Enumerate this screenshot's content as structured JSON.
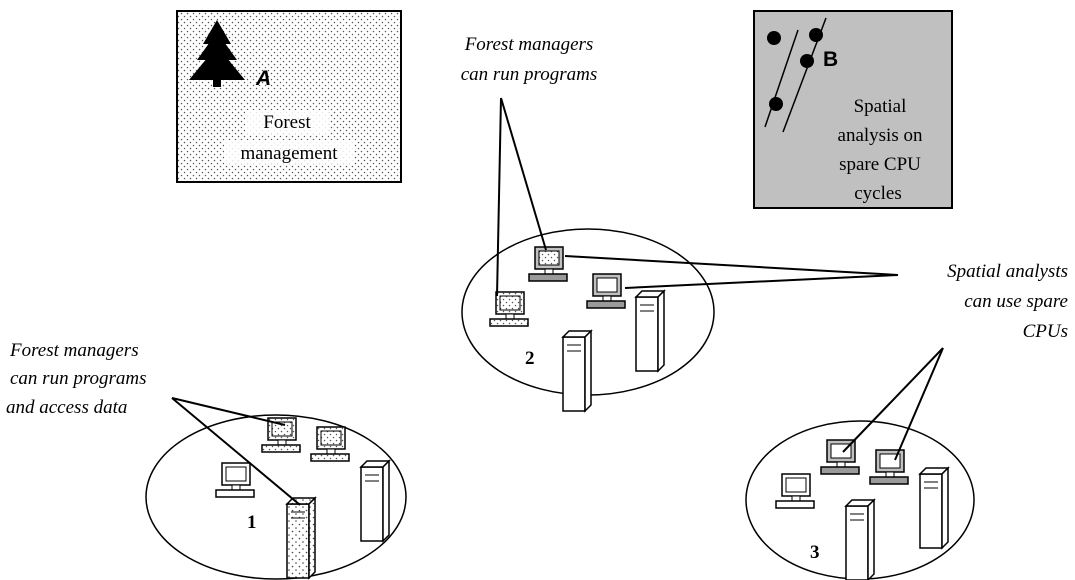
{
  "panels": {
    "forest": {
      "marker": "A",
      "lines": [
        "Forest",
        "management"
      ],
      "fill_pattern": "dotted"
    },
    "spatial": {
      "marker": "B",
      "lines": [
        "Spatial",
        "analysis on",
        "spare CPU",
        "cycles"
      ],
      "fill_color": "#c0c0c0"
    }
  },
  "annotations": {
    "top_center": [
      "Forest managers",
      "can run programs"
    ],
    "right": [
      "Spatial analysts",
      "can use spare",
      "CPUs"
    ],
    "left": [
      "Forest managers",
      "can run programs",
      "and access data"
    ]
  },
  "clusters": {
    "c1": {
      "label": "1"
    },
    "c2": {
      "label": "2"
    },
    "c3": {
      "label": "3"
    }
  },
  "colors": {
    "stroke": "#000000",
    "gray_fill": "#c0c0c0",
    "screen_gray": "#9a9a9a"
  }
}
